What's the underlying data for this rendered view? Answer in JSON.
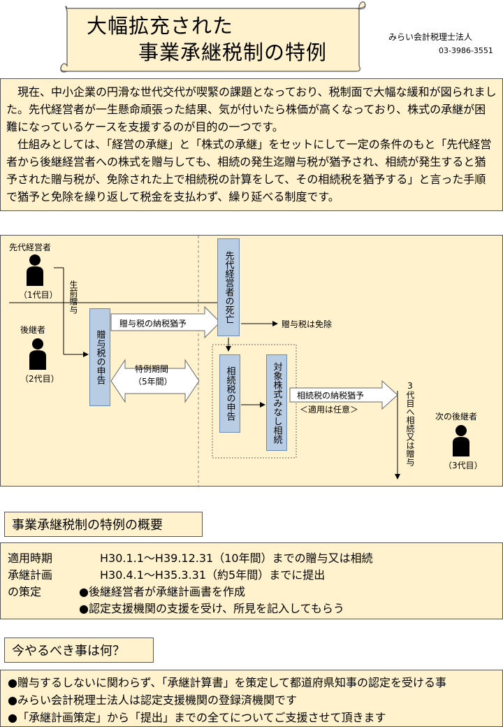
{
  "header": {
    "title_line1": "大幅拡充された",
    "title_line2": "事業承継税制の特例",
    "firm": "みらい会計税理士法人",
    "phone": "03-3986-3551"
  },
  "intro": {
    "paragraph1": "現在、中小企業の円滑な世代交代が喫緊の課題となっており、税制面で大幅な緩和が図られました。先代経営者が一生懸命頑張った結果、気が付いたら株価が高くなっており、株式の承継が困難になっているケースを支援するのが目的の一つです。",
    "paragraph2": "仕組みとしては、「経営の承継」と「株式の承継」をセットにして一定の条件のもと「先代経営者から後継経営者への株式を贈与しても、相続の発生迄贈与税が猶予され、相続が発生すると猶予された贈与税が、免除された上で相続税の計算をして、その相続税を猶予する」と言った手順で猶予と免除を繰り返して税金を支払わず、繰り延べる制度です。"
  },
  "diagram": {
    "predecessor_label": "先代経営者",
    "predecessor_gen": "（1代目）",
    "successor_label": "後継者",
    "successor_gen": "（2代目）",
    "lifetime_gift": "生前贈与",
    "gift_tax_return": "贈与税の申告",
    "gift_tax_deferral": "贈与税の納税猶予",
    "special_period": "特例期間",
    "special_period_years": "（5年間）",
    "predecessor_death": "先代経営者の死亡",
    "gift_tax_exempt": "贈与税は免除",
    "inheritance_tax_return": "相続税の申告",
    "deemed_inheritance": "対象株式みなし相続",
    "inheritance_tax_deferral": "相続税の納税猶予",
    "optional": "＜適用は任意＞",
    "third_gen_path": "3代目へ相続又は贈与",
    "next_successor_label": "次の後継者",
    "next_successor_gen": "（3代目）"
  },
  "summary": {
    "heading": "事業承継税制の特例の概要",
    "rows": [
      {
        "label": "適用時期",
        "value": "H30.1.1～H39.12.31（10年間）までの贈与又は相続"
      },
      {
        "label": "承継計画",
        "value": "H30.4.1～H35.3.31（約5年間）までに提出"
      },
      {
        "label": "の策定",
        "value": "●後継経営者が承継計画書を作成"
      },
      {
        "label": "",
        "value": "●認定支援機関の支援を受け、所見を記入してもらう"
      }
    ]
  },
  "todo": {
    "heading": "今やるべき事は何？",
    "items": [
      "●贈与するしないに関わらず、「承継計算書」を策定して都道府県知事の認定を受ける事",
      "●みらい会計税理士法人は認定支援機関の登録済機関です",
      "●「承継計画策定」から「提出」までの全てについてご支援させて頂きます"
    ]
  },
  "colors": {
    "cream": "#fff2cc",
    "blue_box": "#b8cce4"
  }
}
